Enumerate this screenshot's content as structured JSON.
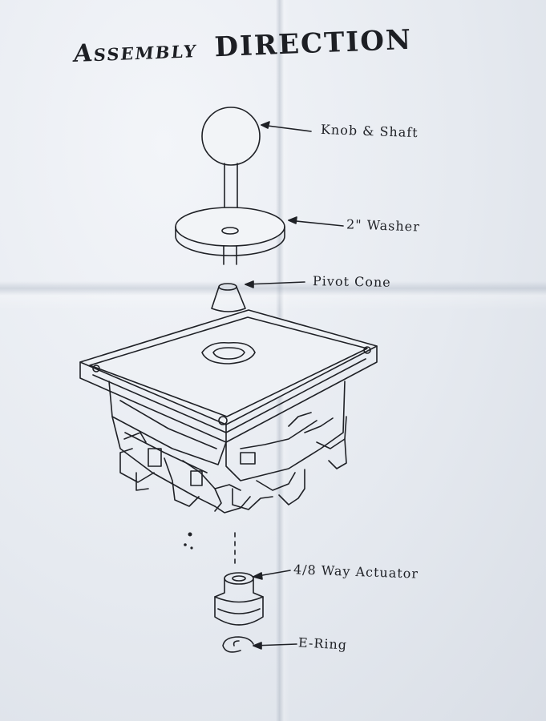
{
  "title": {
    "word1": "Assembly",
    "word2": "DIRECTION"
  },
  "labels": {
    "knob_shaft": "Knob & Shaft",
    "washer": "2\" Washer",
    "pivot_cone": "Pivot Cone",
    "actuator": "4/8 Way Actuator",
    "e_ring": "E-Ring"
  },
  "colors": {
    "ink": "#1f2126",
    "paper": "#e7ebf1"
  }
}
